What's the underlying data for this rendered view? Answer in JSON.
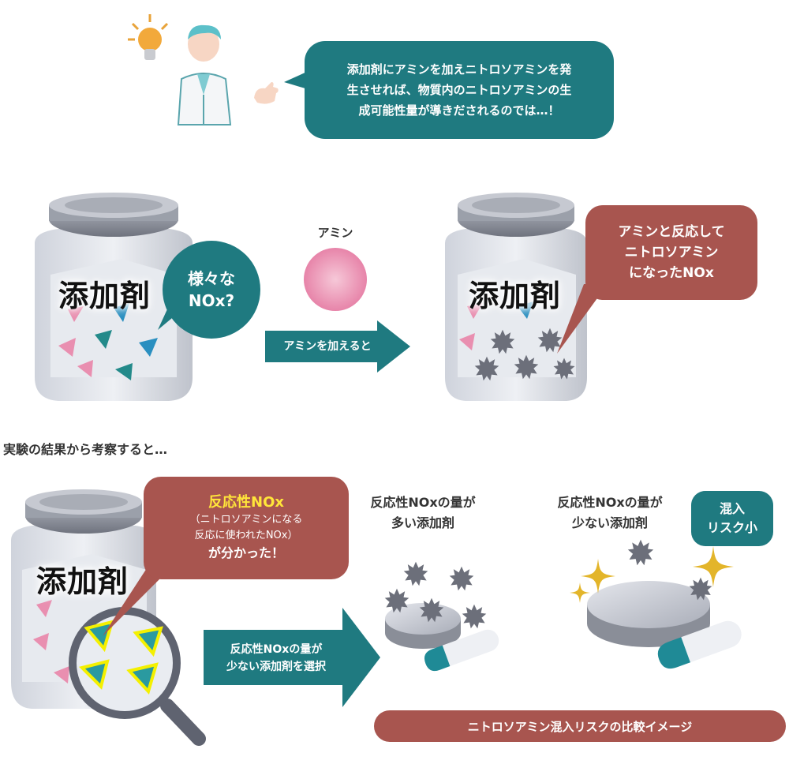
{
  "speech": {
    "lines": [
      "添加剤にアミンを加えニトロソアミンを発",
      "生させれば、物質内のニトロソアミンの生",
      "成可能性量が導きだされるのでは…！"
    ]
  },
  "jar_label": "添加剤",
  "row1": {
    "bubble_various": [
      "様々な",
      "NOx?"
    ],
    "amine_label": "アミン",
    "arrow_label": "アミンを加えると",
    "bubble_reacted": [
      "アミンと反応して",
      "ニトロソアミン",
      "になったNOx"
    ]
  },
  "section_heading": "実験の結果から考察すると…",
  "row2": {
    "bubble_reactive": {
      "title": "反応性NOx",
      "sub1": "（ニトロソアミンになる",
      "sub2": "反応に使われたNOx）",
      "tail": "が分かった！"
    },
    "arrow_label": [
      "反応性NOxの量が",
      "少ない添加剤を選択"
    ],
    "many_label": [
      "反応性NOxの量が",
      "多い添加剤"
    ],
    "few_label": [
      "反応性NOxの量が",
      "少ない添加剤"
    ],
    "risk_bubble": [
      "混入",
      "リスク小"
    ],
    "footer_bar": "ニトロソアミン混入リスクの比較イメージ"
  },
  "colors": {
    "teal": "#1f7a80",
    "red": "#a8554f",
    "pink_triangle": "#e98fb0",
    "blue_triangle": "#2a8fc0",
    "highlight": "#f4f000"
  }
}
